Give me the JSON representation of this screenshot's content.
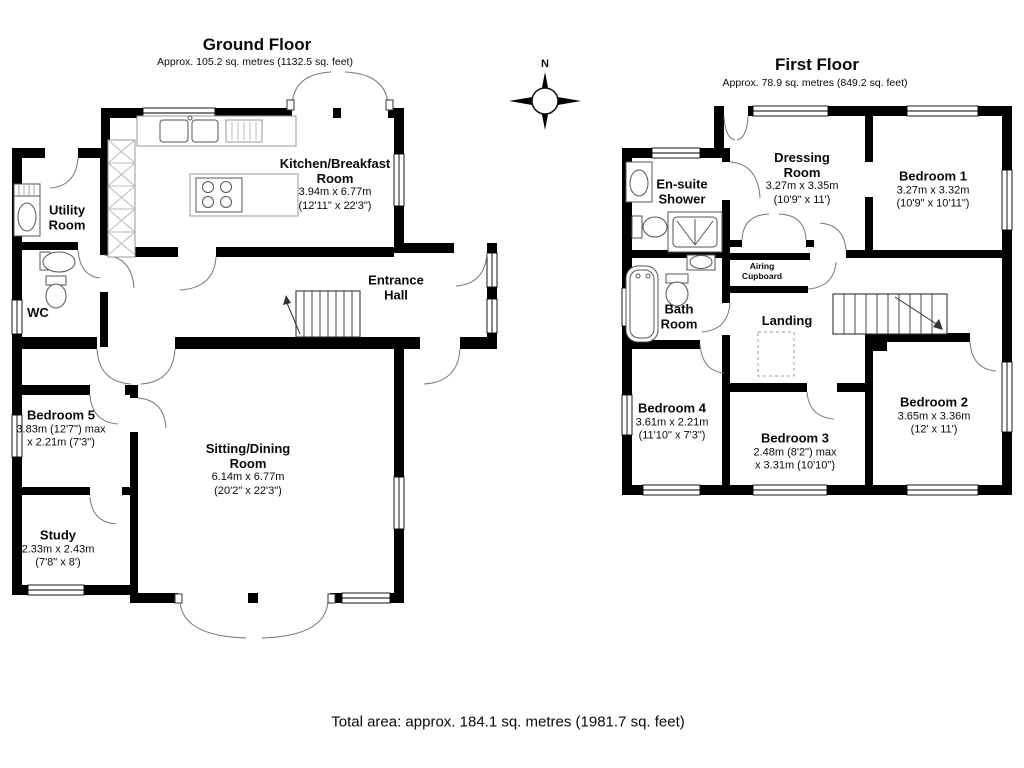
{
  "ground_floor": {
    "title": "Ground Floor",
    "subtitle": "Approx. 105.2 sq. metres (1132.5 sq. feet)",
    "rooms": {
      "kitchen": {
        "name1": "Kitchen/Breakfast",
        "name2": "Room",
        "metric": "3.94m x 6.77m",
        "imperial": "(12'11\" x 22'3\")"
      },
      "utility": {
        "name1": "Utility",
        "name2": "Room"
      },
      "wc": {
        "name1": "WC"
      },
      "entrance": {
        "name1": "Entrance",
        "name2": "Hall"
      },
      "bedroom5": {
        "name1": "Bedroom 5",
        "metric": "3.83m (12'7\") max",
        "imperial": "x 2.21m (7'3\")"
      },
      "sitting": {
        "name1": "Sitting/Dining",
        "name2": "Room",
        "metric": "6.14m x 6.77m",
        "imperial": "(20'2\" x 22'3\")"
      },
      "study": {
        "name1": "Study",
        "metric": "2.33m x 2.43m",
        "imperial": "(7'8\" x 8')"
      }
    }
  },
  "first_floor": {
    "title": "First Floor",
    "subtitle": "Approx. 78.9 sq. metres (849.2 sq. feet)",
    "rooms": {
      "ensuite": {
        "name1": "En-suite",
        "name2": "Shower"
      },
      "dressing": {
        "name1": "Dressing",
        "name2": "Room",
        "metric": "3.27m x 3.35m",
        "imperial": "(10'9\" x 11')"
      },
      "bedroom1": {
        "name1": "Bedroom 1",
        "metric": "3.27m x 3.32m",
        "imperial": "(10'9\" x 10'11\")"
      },
      "bathroom": {
        "name1": "Bath",
        "name2": "Room"
      },
      "airing": {
        "name1": "Airing",
        "name2": "Cupboard"
      },
      "landing": {
        "name1": "Landing"
      },
      "bedroom4": {
        "name1": "Bedroom 4",
        "metric": "3.61m x 2.21m",
        "imperial": "(11'10\" x 7'3\")"
      },
      "bedroom3": {
        "name1": "Bedroom 3",
        "metric": "2.48m (8'2\") max",
        "imperial": "x 3.31m (10'10\")"
      },
      "bedroom2": {
        "name1": "Bedroom 2",
        "metric": "3.65m x 3.36m",
        "imperial": "(12' x 11')"
      }
    }
  },
  "compass": {
    "north_label": "N"
  },
  "footer": {
    "total_area": "Total area: approx. 184.1 sq. metres (1981.7 sq. feet)"
  },
  "colors": {
    "wall": "#000000",
    "background": "#ffffff",
    "door_arc": "#777777",
    "fixture": "#555555"
  }
}
